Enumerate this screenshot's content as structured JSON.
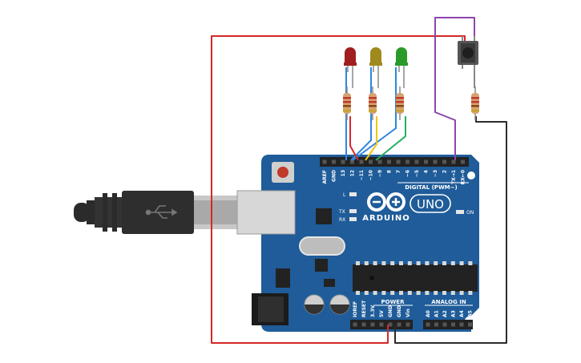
{
  "board": {
    "brand": "ARDUINO",
    "model": "UNO",
    "digital_header": "DIGITAL (PWM~)",
    "power_header": "POWER",
    "analog_header": "ANALOG IN",
    "led_on": "ON",
    "led_l": "L",
    "led_tx": "TX",
    "led_rx": "RX",
    "digital_pins": [
      "AREF",
      "GND",
      "13",
      "12",
      "~11",
      "~10",
      "~9",
      "8",
      "7",
      "~6",
      "~5",
      "4",
      "~3",
      "2",
      "TX→1",
      "RX←0"
    ],
    "power_pins": [
      "IOREF",
      "RESET",
      "3.3V",
      "5V",
      "GND",
      "GND",
      "Vin"
    ],
    "analog_pins": [
      "A0",
      "A1",
      "A2",
      "A3",
      "A4",
      "A5"
    ]
  },
  "components": {
    "leds": [
      {
        "color_name": "red",
        "color": "#a01e1e"
      },
      {
        "color_name": "yellow",
        "color": "#a08a1e"
      },
      {
        "color_name": "green",
        "color": "#2a9a2a"
      }
    ]
  },
  "colors": {
    "board": "#1f5c99",
    "wire_red": "#d62828",
    "wire_purple": "#8e44ad",
    "wire_black": "#2b2b2b",
    "wire_blue": "#2e86de",
    "wire_yellow": "#f1c40f",
    "wire_green": "#27ae60"
  }
}
